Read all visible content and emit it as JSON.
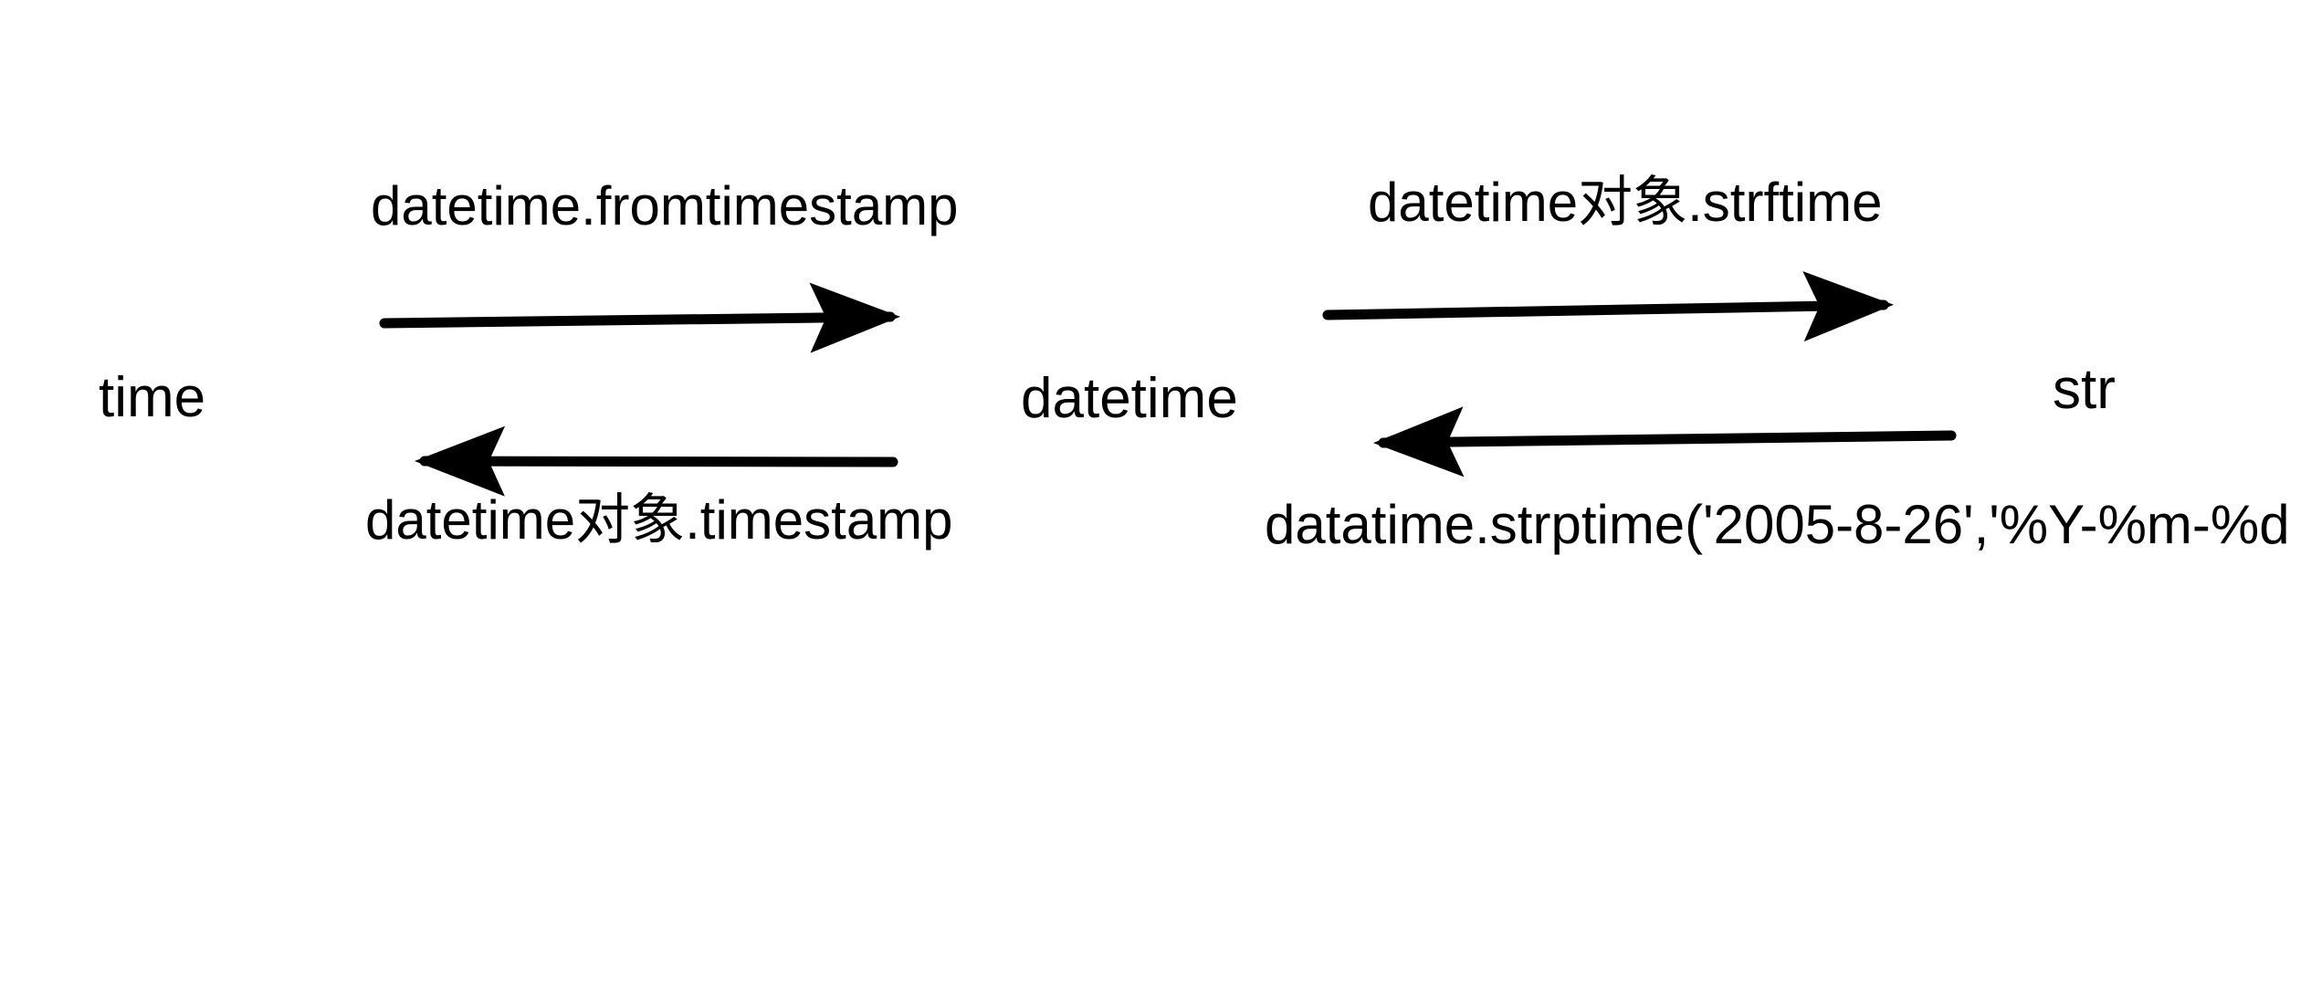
{
  "diagram": {
    "title": "Python time / datetime / str conversion diagram",
    "background_color": "#ffffff",
    "stroke_color": "#000000",
    "nodes": [
      {
        "id": "time",
        "label": "time"
      },
      {
        "id": "datetime",
        "label": "datetime"
      },
      {
        "id": "str",
        "label": "str"
      }
    ],
    "edges": [
      {
        "id": "time-to-datetime",
        "from": "time",
        "to": "datetime",
        "direction": "right",
        "label": "datetime.fromtimestamp"
      },
      {
        "id": "datetime-to-time",
        "from": "datetime",
        "to": "time",
        "direction": "left",
        "label": "datetime对象.timestamp"
      },
      {
        "id": "datetime-to-str",
        "from": "datetime",
        "to": "str",
        "direction": "right",
        "label": "datetime对象.strftime"
      },
      {
        "id": "str-to-datetime",
        "from": "str",
        "to": "datetime",
        "direction": "left",
        "label": "datatime.strptime('2005-8-26','%Y-%m-%d"
      }
    ]
  }
}
